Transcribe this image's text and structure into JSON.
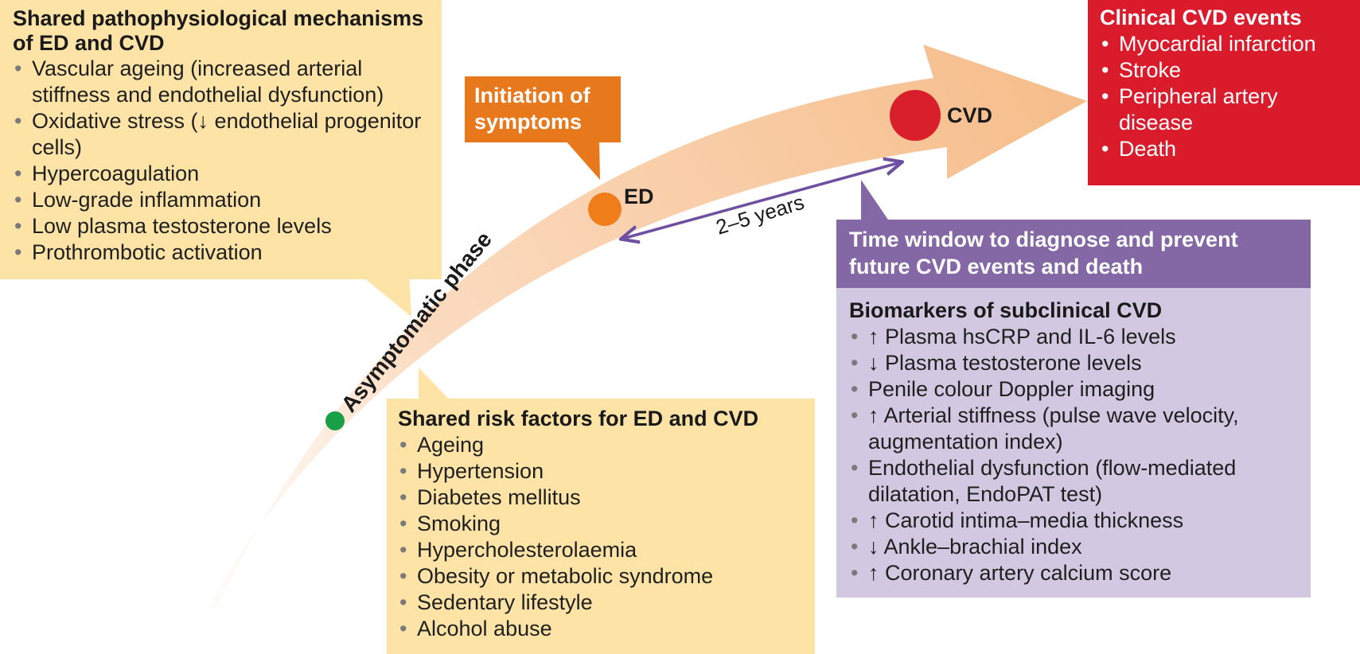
{
  "mechanisms": {
    "title": "Shared pathophysiological mechanisms of ED and CVD",
    "items": [
      "Vascular ageing (increased arterial stiffness and endothelial dysfunction)",
      "Oxidative stress (↓ endothelial progenitor cells)",
      "Hypercoagulation",
      "Low-grade inflammation",
      "Low plasma testosterone levels",
      "Prothrombotic activation"
    ]
  },
  "initiation": {
    "title": "Initiation of symptoms"
  },
  "arrow": {
    "asymptomatic_label": "Asymptomatic phase",
    "ed_label": "ED",
    "cvd_label": "CVD",
    "interval_label": "2–5 years"
  },
  "risk_factors": {
    "title": "Shared risk factors for ED and CVD",
    "items": [
      "Ageing",
      "Hypertension",
      "Diabetes mellitus",
      "Smoking",
      "Hypercholesterolaemia",
      "Obesity or metabolic syndrome",
      "Sedentary lifestyle",
      "Alcohol abuse"
    ]
  },
  "clinical": {
    "title": "Clinical CVD events",
    "items": [
      "Myocardial infarction",
      "Stroke",
      "Peripheral artery disease",
      "Death"
    ]
  },
  "time_window": {
    "title": "Time window to diagnose and prevent future CVD events and death"
  },
  "biomarkers": {
    "title": "Biomarkers of subclinical CVD",
    "items": [
      "↑ Plasma hsCRP and IL-6 levels",
      "↓ Plasma testosterone levels",
      "Penile colour Doppler imaging",
      "↑ Arterial stiffness (pulse wave velocity, augmentation index)",
      "Endothelial dysfunction (flow-mediated dilatation, EndoPAT test)",
      "↑ Carotid intima–media thickness",
      "↓ Ankle–brachial index",
      "↑ Coronary artery calcium score"
    ]
  },
  "colors": {
    "mechanism_box": "#fde3a6",
    "initiation_box": "#e8781c",
    "clinical_box": "#da1b2b",
    "window_header": "#8468a6",
    "biomarker_box": "#d2c8e1",
    "arrow_fill": "#f6bd8a",
    "asymptomatic_dot": "#1a9f49",
    "ed_dot": "#ef7d1a",
    "cvd_dot": "#d81f2a",
    "interval_arrow": "#6f4fa0"
  }
}
